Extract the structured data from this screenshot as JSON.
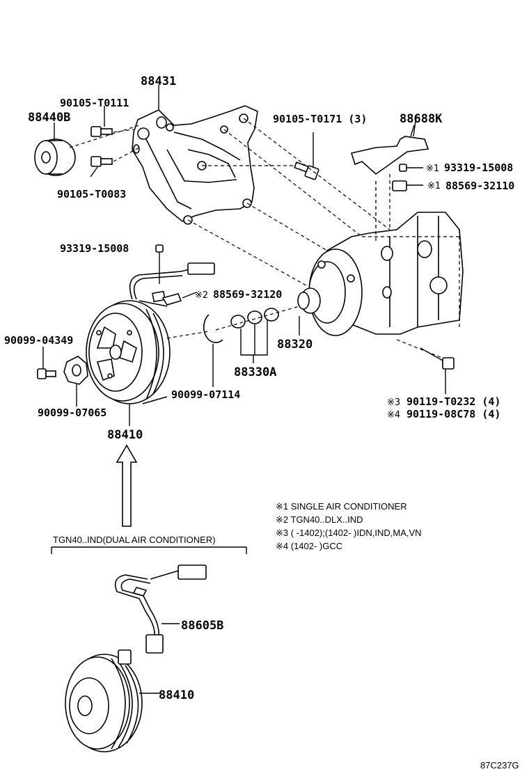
{
  "parts": {
    "bracket": "88431",
    "idler_pulley": "88440B",
    "bolt_upper": "90105-T0111",
    "bolt_lower": "90105-T0083",
    "bolt_bracket": "90105-T0171 (3)",
    "wire_bracket": "88688K",
    "screw_note1": "93319-15008",
    "switch_note1": "88569-32110",
    "screw_clutch": "93319-15008",
    "switch_note2": "88569-32120",
    "compressor": "88320",
    "o_rings": "88330A",
    "snap_ring": "90099-07114",
    "bolt_center": "90099-04349",
    "shim": "90099-07065",
    "clutch": "88410",
    "bolt_note3": "90119-T0232 (4)",
    "bolt_note4": "90119-08C78 (4)",
    "harness": "88605B",
    "clutch_dual": "88410"
  },
  "marks": {
    "m1": "※1",
    "m2": "※2",
    "m3": "※3",
    "m4": "※4"
  },
  "notes": [
    "※1 SINGLE AIR CONDITIONER",
    "※2 TGN40..DLX..IND",
    "※3 (        -1402);(1402-          )IDN,IND,MA,VN",
    "※4 (1402-          )GCC"
  ],
  "variant_label": "TGN40..IND(DUAL AIR CONDITIONER)",
  "figure_code": "87C237G"
}
